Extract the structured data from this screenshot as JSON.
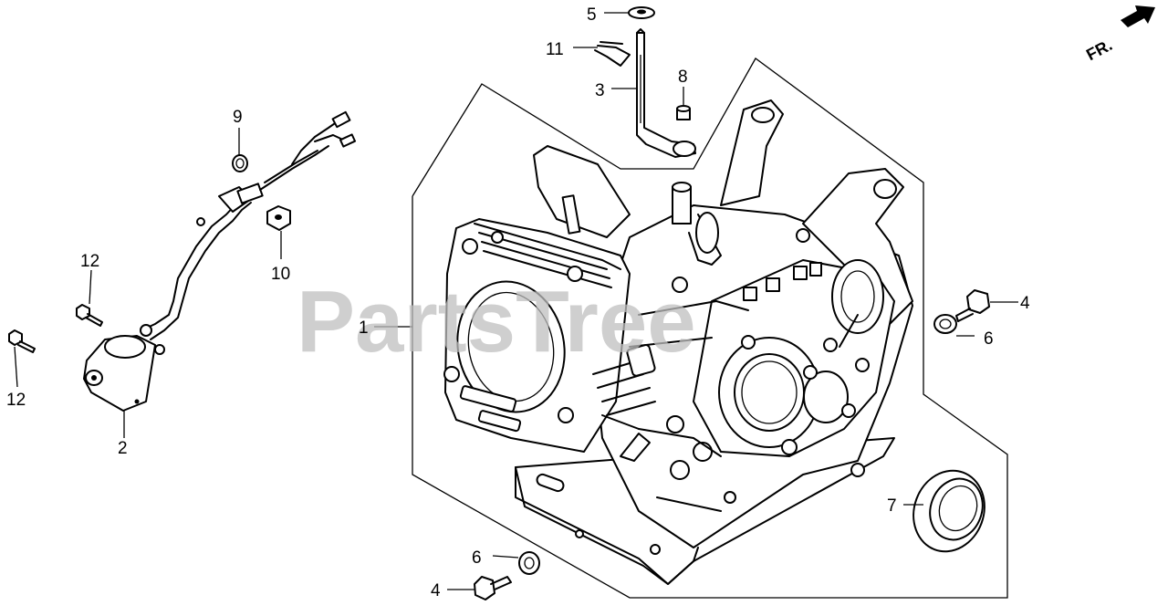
{
  "watermark": "PartsTree",
  "direction_label": "FR.",
  "callouts": [
    {
      "id": "1",
      "label": "1"
    },
    {
      "id": "2",
      "label": "2"
    },
    {
      "id": "3",
      "label": "3"
    },
    {
      "id": "4a",
      "label": "4"
    },
    {
      "id": "4b",
      "label": "4"
    },
    {
      "id": "5",
      "label": "5"
    },
    {
      "id": "6a",
      "label": "6"
    },
    {
      "id": "6b",
      "label": "6"
    },
    {
      "id": "7",
      "label": "7"
    },
    {
      "id": "8",
      "label": "8"
    },
    {
      "id": "9",
      "label": "9"
    },
    {
      "id": "10",
      "label": "10"
    },
    {
      "id": "11",
      "label": "11"
    },
    {
      "id": "12a",
      "label": "12"
    },
    {
      "id": "12b",
      "label": "12"
    }
  ]
}
